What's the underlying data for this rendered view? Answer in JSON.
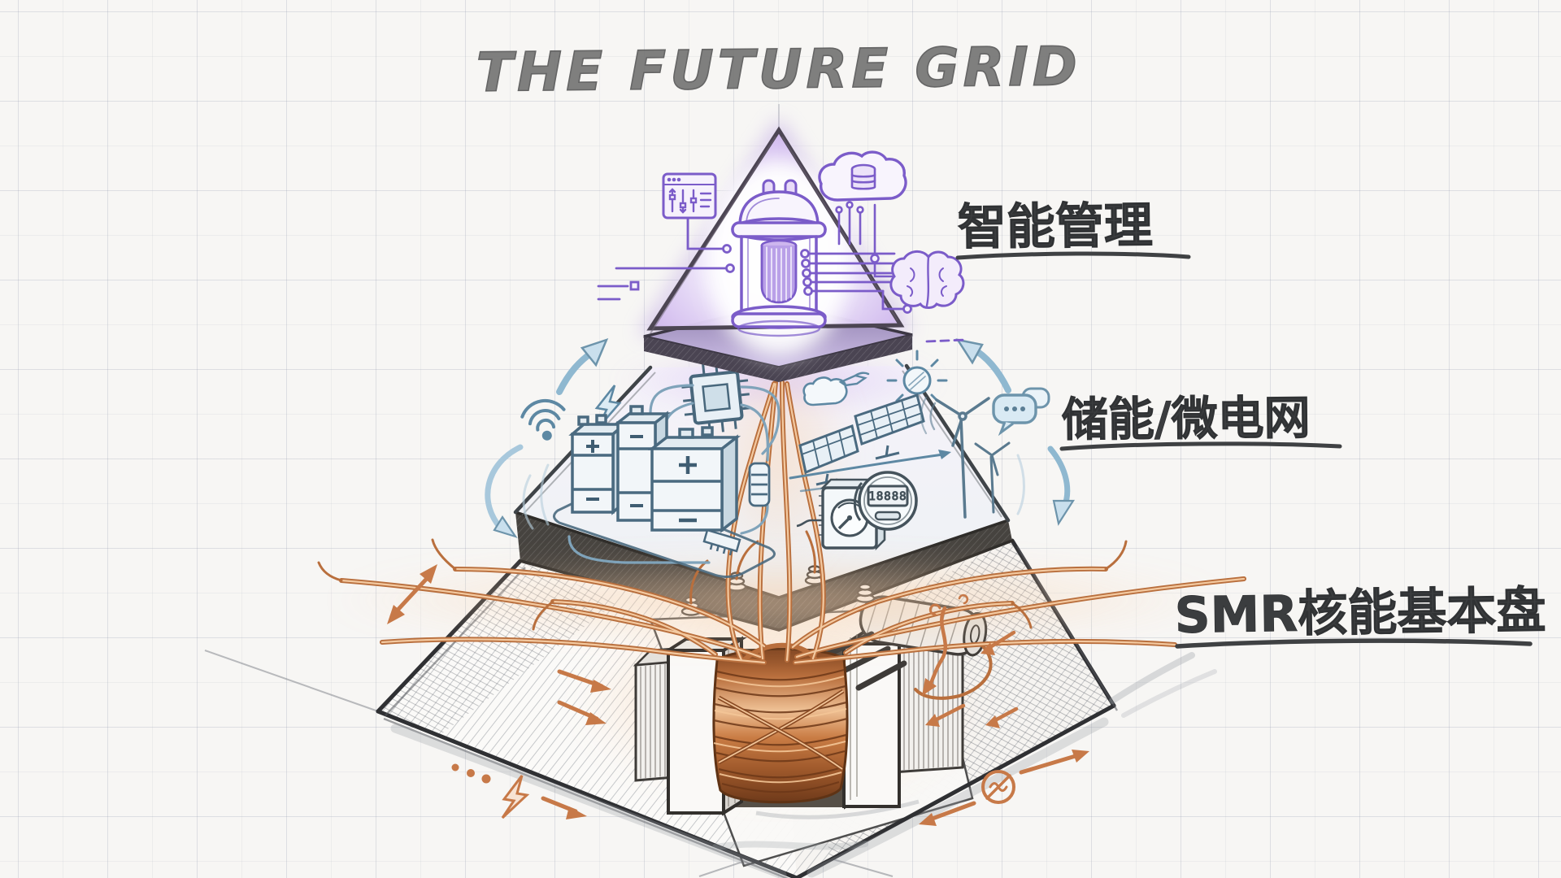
{
  "diagram": {
    "title": "THE FUTURE GRID",
    "tiers": [
      {
        "id": "smart-management",
        "position": "top",
        "label": "智能管理",
        "accent_color": "#7b5ac8",
        "icons": [
          "sliders-panel-icon",
          "smr-reactor-icon",
          "cloud-database-icon",
          "ai-brain-icon",
          "circuit-trace-icon"
        ]
      },
      {
        "id": "energy-storage-microgrid",
        "position": "middle",
        "label": "储能/微电网",
        "accent_color": "#5d88a3",
        "icons": [
          "wifi-icon",
          "lightning-icon",
          "battery-bank-icon",
          "microchip-icon",
          "solar-panel-icon",
          "sun-icon",
          "cloud-icon",
          "wind-turbine-icon",
          "dial-meter-icon",
          "smart-meter-icon",
          "chat-bubbles-icon",
          "up-arrow-icon",
          "circulation-arrow-icon"
        ],
        "smart_meter": {
          "display": "18888"
        }
      },
      {
        "id": "smr-nuclear-base",
        "position": "bottom",
        "label": "SMR核能基本盘",
        "accent_color": "#c0753f",
        "icons": [
          "transformer-core-icon",
          "copper-coil-icon",
          "radiator-cylinder-icon",
          "copper-roots-icon",
          "power-flow-arrow-icon",
          "ac-power-icon",
          "lightning-icon",
          "ellipsis-dots-icon"
        ]
      }
    ],
    "colors": {
      "background": "#f7f6f4",
      "grid_line": "#d9dbe0",
      "pencil": "#3f4246",
      "purple": "#7b5ac8",
      "purple_glow": "#cdb2f0",
      "blue": "#5d88a3",
      "blue_fill": "#d3e5f0",
      "copper": "#c0753f",
      "copper_highlight": "#f0c498",
      "title_text": "#6e6e6e",
      "label_text": "#3b3d3f"
    }
  }
}
